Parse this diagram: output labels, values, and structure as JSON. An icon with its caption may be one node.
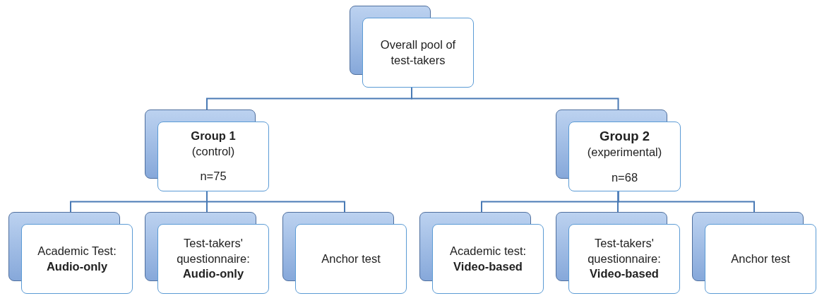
{
  "diagram": {
    "nodes": [
      {
        "text": [
          "Overall pool of test-takers"
        ]
      },
      {
        "text": [
          "Group 1",
          "(control)",
          "n=75"
        ]
      },
      {
        "text": [
          "Group 2",
          "(experimental)",
          "n=68"
        ]
      },
      {
        "text": [
          "Academic Test: **Audio-only**"
        ]
      },
      {
        "text": [
          "Test-takers' questionnaire: **Audio-only**"
        ]
      },
      {
        "text": [
          "Anchor test"
        ]
      },
      {
        "text": [
          "Academic test: **Video-based**"
        ]
      },
      {
        "text": [
          "Test-takers' questionnaire: **Video-based**"
        ]
      },
      {
        "text": [
          "Anchor test"
        ]
      }
    ],
    "edges": [
      {
        "from": 0,
        "to": 1,
        "arrow": "none"
      },
      {
        "from": 0,
        "to": 2,
        "arrow": "none"
      },
      {
        "from": 1,
        "to": 3,
        "arrow": "none"
      },
      {
        "from": 1,
        "to": 4,
        "arrow": "none"
      },
      {
        "from": 1,
        "to": 5,
        "arrow": "none"
      },
      {
        "from": 2,
        "to": 6,
        "arrow": "none"
      },
      {
        "from": 2,
        "to": 7,
        "arrow": "none"
      },
      {
        "from": 2,
        "to": 8,
        "arrow": "none"
      }
    ]
  }
}
